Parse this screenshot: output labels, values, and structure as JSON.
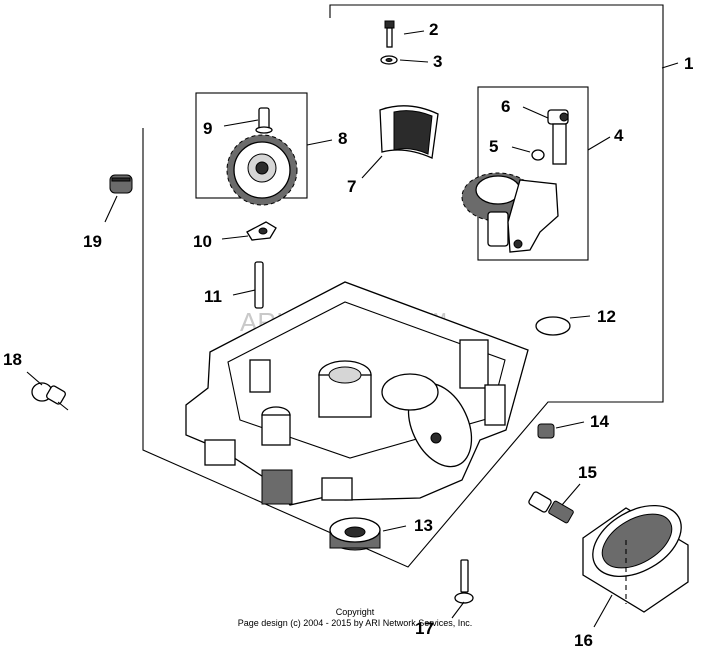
{
  "callouts": [
    {
      "id": "c1",
      "label": "1"
    },
    {
      "id": "c2",
      "label": "2"
    },
    {
      "id": "c3",
      "label": "3"
    },
    {
      "id": "c4",
      "label": "4"
    },
    {
      "id": "c5",
      "label": "5"
    },
    {
      "id": "c6",
      "label": "6"
    },
    {
      "id": "c7",
      "label": "7"
    },
    {
      "id": "c8",
      "label": "8"
    },
    {
      "id": "c9",
      "label": "9"
    },
    {
      "id": "c10",
      "label": "10"
    },
    {
      "id": "c11",
      "label": "11"
    },
    {
      "id": "c12",
      "label": "12"
    },
    {
      "id": "c13",
      "label": "13"
    },
    {
      "id": "c14",
      "label": "14"
    },
    {
      "id": "c15",
      "label": "15"
    },
    {
      "id": "c16",
      "label": "16"
    },
    {
      "id": "c17",
      "label": "17"
    },
    {
      "id": "c18",
      "label": "18"
    },
    {
      "id": "c19",
      "label": "19"
    }
  ],
  "watermark": "ARI PartStream™",
  "footer": {
    "line1": "Copyright",
    "line2": "Page design (c) 2004 - 2015 by ARI Network Services, Inc."
  }
}
